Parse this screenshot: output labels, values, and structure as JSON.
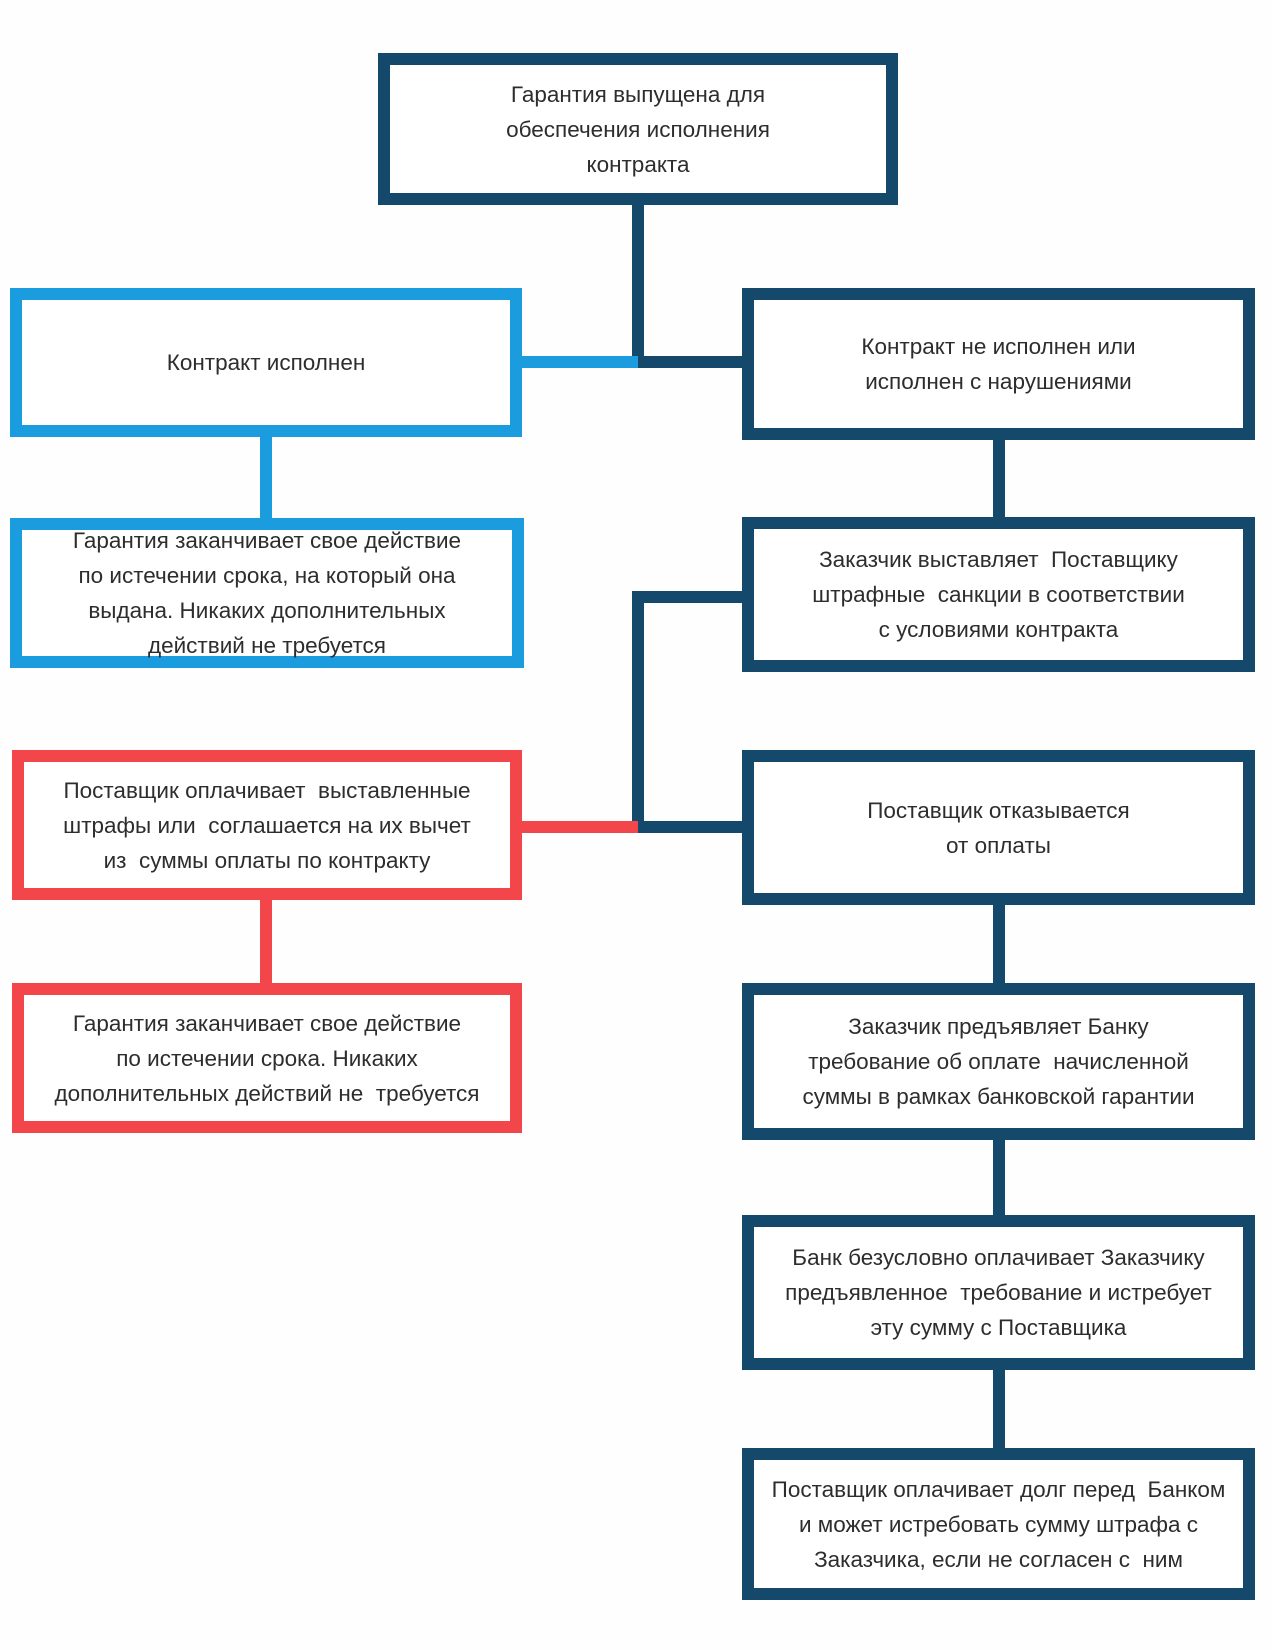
{
  "colors": {
    "navy": "#15496c",
    "blue": "#1b9cdf",
    "red": "#f2464a",
    "text": "#2d2d2d",
    "background": "#fefefe"
  },
  "diagram": {
    "nodes": {
      "guarantee_issued": {
        "lines": [
          "Гарантия выпущена для",
          "обеспечения исполнения",
          "контракта"
        ]
      },
      "contract_fulfilled": {
        "lines": [
          "Контракт исполнен"
        ]
      },
      "contract_not_fulfilled": {
        "lines": [
          "Контракт не исполнен или",
          "исполнен с нарушениями"
        ]
      },
      "guarantee_expires_no_action": {
        "lines": [
          "Гарантия заканчивает свое действие",
          "по истечении срока, на который она",
          "выдана. Никаких дополнительных",
          "действий не требуется"
        ]
      },
      "customer_imposes_fines": {
        "lines": [
          "Заказчик выставляет  Поставщику",
          "штрафные  санкции в соответствии",
          "с условиями контракта"
        ]
      },
      "supplier_pays_fines": {
        "lines": [
          "Поставщик оплачивает  выставленные",
          "штрафы или  соглашается на их вычет",
          "из  суммы оплаты по контракту"
        ]
      },
      "supplier_refuses_payment": {
        "lines": [
          "Поставщик отказывается",
          "от оплаты"
        ]
      },
      "guarantee_expires_after_term": {
        "lines": [
          "Гарантия заканчивает свое действие",
          "по истечении срока. Никаких",
          "дополнительных действий не  требуется"
        ]
      },
      "customer_claims_bank": {
        "lines": [
          "Заказчик предъявляет Банку",
          "требование об оплате  начисленной",
          "суммы в рамках банковской гарантии"
        ]
      },
      "bank_pays_customer": {
        "lines": [
          "Банк безусловно оплачивает Заказчику",
          "предъявленное  требование и истребует",
          "эту сумму с Поставщика"
        ]
      },
      "supplier_repays_bank": {
        "lines": [
          "Поставщик оплачивает долг перед  Банком",
          "и может истребовать сумму штрафа с",
          "Заказчика, если не согласен с  ним"
        ]
      }
    }
  }
}
